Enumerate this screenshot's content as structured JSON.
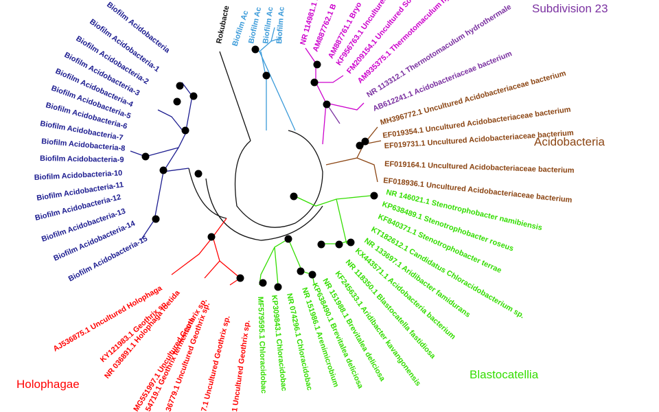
{
  "colors": {
    "acidobacteria_sub1": "#1b1b8f",
    "holophagae": "#ff0000",
    "blastocatellia": "#33dd00",
    "acidobacteria": "#8b4513",
    "subdivision23": "#7a30a0",
    "bryobacter_group": "#cc00cc",
    "biofilm_blue": "#3a9ad9",
    "backbone": "#111111"
  },
  "clades": {
    "subdivision23": "Subdivision 23",
    "acidobacteria": "Acidobacteria",
    "blastocatellia": "Blastocatellia",
    "holophagae": "Holophagae"
  },
  "tips": {
    "navy": [
      "Biofilm Acidobacteria",
      "Biofilm Acidobacteria-1",
      "Biofilm Acidobacteria-2",
      "Biofilm Acidobacteria-3",
      "Biofilm Acidobacteria-4",
      "Biofilm Acidobacteria-5",
      "Biofilm Acidobacteria-6",
      "Biofilm Acidobacteria-7",
      "Biofilm Acidobacteria-8",
      "Biofilm Acidobacteria-9",
      "Biofilm Acidobacteria-10",
      "Biofilm Acidobacteria-11",
      "Biofilm Acidobacteria-12",
      "Biofilm Acidobacteria-13",
      "Biofilm Acidobacteria-14",
      "Biofilm Acidobacteria-15"
    ],
    "rokubacteria": "Rokubacte",
    "blue": [
      "Biofilm Ac",
      "Biofilm Ac",
      "Biofilm Ac",
      "Biofilm Ac"
    ],
    "magenta": [
      "NR 114981.1 B",
      "AM887762.1 B",
      "AM887761.1 Bryo",
      "KF956763.1 Uncultured Solibact",
      "FM209154.1 Uncultured Solibacte",
      "AM935375.1 Thermotomaculum hydrothe"
    ],
    "purple": [
      "NR 113312.1 Thermotomaculum hydrothermale",
      "AB612241.1 Acidobacteriaceae bacterium"
    ],
    "brown": [
      "MH396772.1 Uncultured Acidobacteriaceae bacterium",
      "EF019354.1 Uncultured Acidobacteriaceae bacterium",
      "EF019731.1 Uncultured Acidobacteriaceae bacterium",
      "EF019164.1 Uncultured Acidobacteriaceae bacterium",
      "EF018936.1 Uncultured Acidobacteriaceae bacterium"
    ],
    "green": [
      "NR 146021.1 Stenotrophobacter namibiensis",
      "KP638489.1 Stenotrophobacter roseus",
      "KF840371.1 Stenotrophobacter terrae",
      "KT182612.1 Candidatus Chloracidobacterium sp.",
      "NR 133697.1 Aridibacter famidurans",
      "KX443571.1 Acidobacteria bacterium",
      "NR 118350.1 Blastocatella fastidiosa",
      "KF245633.1 Aridibacter kavangonensis",
      "NR 151988.1 Brevitalea deliciosa",
      "KP638490.1 Brevitalea deliciosa",
      "NR 151986.1 Arenimicrobium",
      "NR 074296.1 Chloracidobac",
      "KP309843.1 Chloracidobac",
      "MF579595.1 Chloracidobac"
    ],
    "red": [
      "AJ536875.1 Uncultured Holophaga",
      "KY121983.1 Geothrix sp.",
      "NR 036891.1 Holophaga foetida",
      "MG551997.1 Uncultured Geothrix sp.",
      "54719.1 Geothrix fermentans",
      "36779.1 Uncultured Geothrix sp.",
      "7.1 Uncultured Geothrix sp.",
      "1 Uncultured Geothrix sp."
    ]
  }
}
